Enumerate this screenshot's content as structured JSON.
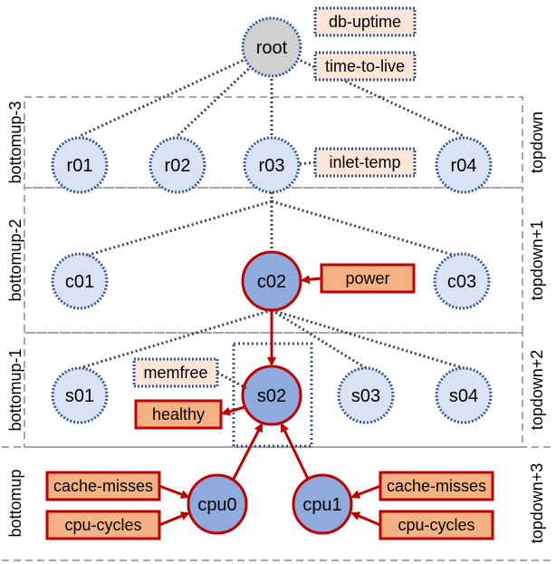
{
  "levels_left": [
    "bottomup-3",
    "bottomup-2",
    "bottomup-1",
    "bottomup"
  ],
  "levels_right": [
    "topdown",
    "topdown+1",
    "topdown+2",
    "topdown+3"
  ],
  "nodes": {
    "root": "root",
    "r01": "r01",
    "r02": "r02",
    "r03": "r03",
    "r04": "r04",
    "c01": "c01",
    "c02": "c02",
    "c03": "c03",
    "s01": "s01",
    "s02": "s02",
    "s03": "s03",
    "s04": "s04",
    "cpu0": "cpu0",
    "cpu1": "cpu1"
  },
  "metrics": {
    "db_uptime": "db-uptime",
    "time_to_live": "time-to-live",
    "inlet_temp": "inlet-temp",
    "power": "power",
    "memfree": "memfree",
    "healthy": "healthy",
    "cache_misses_0": "cache-misses",
    "cpu_cycles_0": "cpu-cycles",
    "cache_misses_1": "cache-misses",
    "cpu_cycles_1": "cpu-cycles"
  },
  "colors": {
    "band_dash": "#a6a6a6",
    "node_light_fill": "#dae3f3",
    "node_blue_fill": "#8faadc",
    "node_border_blue": "#2f5597",
    "root_fill": "#d0d0d0",
    "metric_light_fill": "#fbe5d6",
    "metric_orange_fill": "#f4b183",
    "active_red": "#c00000",
    "dotted_link": "#404040"
  }
}
